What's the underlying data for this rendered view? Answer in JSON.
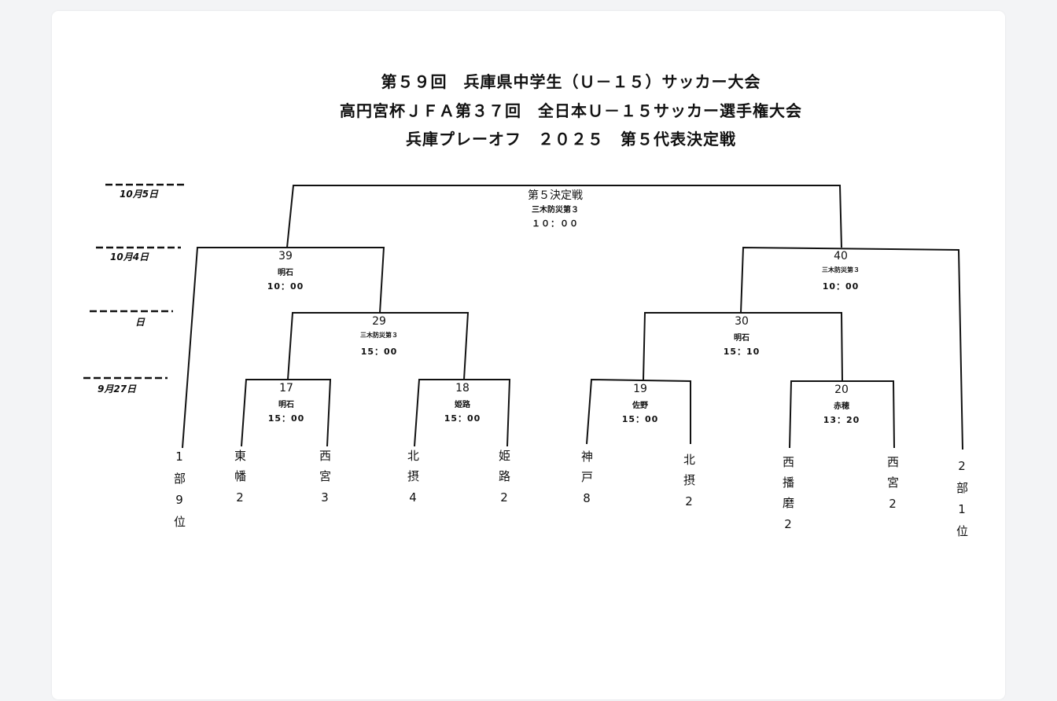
{
  "titles": [
    "第５９回　兵庫県中学生（Ｕ－１５）サッカー大会",
    "高円宮杯ＪＦＡ第３７回　全日本Ｕ－１５サッカー選手権大会",
    "兵庫プレーオフ　２０２５　第５代表決定戦"
  ],
  "dates": [
    "10月5日",
    "10月4日",
    "日",
    "9月27日"
  ],
  "matches": {
    "final": {
      "no": "第５決定戦",
      "venue": "三木防災第３",
      "time": "１０：００"
    },
    "m39": {
      "no": "39",
      "venue": "明石",
      "time": "10：00"
    },
    "m40": {
      "no": "40",
      "venue": "三木防災第３",
      "time": "10：00"
    },
    "m29": {
      "no": "29",
      "venue": "三木防災第３",
      "time": "15：00"
    },
    "m30": {
      "no": "30",
      "venue": "明石",
      "time": "15：10"
    },
    "m17": {
      "no": "17",
      "venue": "明石",
      "time": "15：00"
    },
    "m18": {
      "no": "18",
      "venue": "姫路",
      "time": "15：00"
    },
    "m19": {
      "no": "19",
      "venue": "佐野",
      "time": "15：00"
    },
    "m20": {
      "no": "20",
      "venue": "赤穂",
      "time": "13：20"
    }
  },
  "teams": [
    "1部9位",
    "東幡2",
    "西宮3",
    "北摂4",
    "姫路2",
    "神戸8",
    "北摂2",
    "西播磨2",
    "西宮2",
    "2部1位"
  ]
}
